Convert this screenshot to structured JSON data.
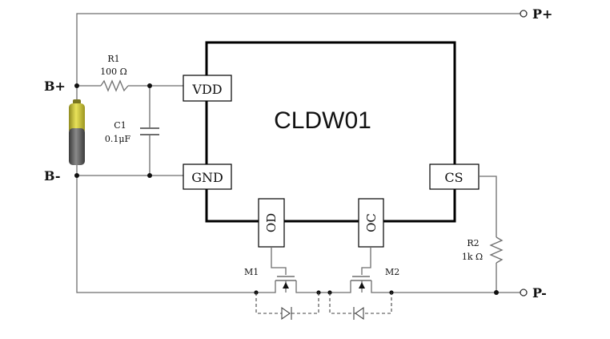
{
  "chip": {
    "name": "CLDW01"
  },
  "pins": {
    "vdd": "VDD",
    "gnd": "GND",
    "cs": "CS",
    "od": "OD",
    "oc": "OC"
  },
  "terminals": {
    "b_plus": "B+",
    "b_minus": "B-",
    "p_plus": "P+",
    "p_minus": "P-"
  },
  "components": {
    "r1": {
      "ref": "R1",
      "value": "100 Ω"
    },
    "c1": {
      "ref": "C1",
      "value": "0.1μF"
    },
    "r2": {
      "ref": "R2",
      "value": "1k Ω"
    },
    "m1": {
      "ref": "M1"
    },
    "m2": {
      "ref": "M2"
    }
  },
  "colors": {
    "chip_border": "#000000",
    "wire": "#6e6e6e",
    "battery_top": "#d8cf3a",
    "battery_body": "#5c5c5c"
  }
}
